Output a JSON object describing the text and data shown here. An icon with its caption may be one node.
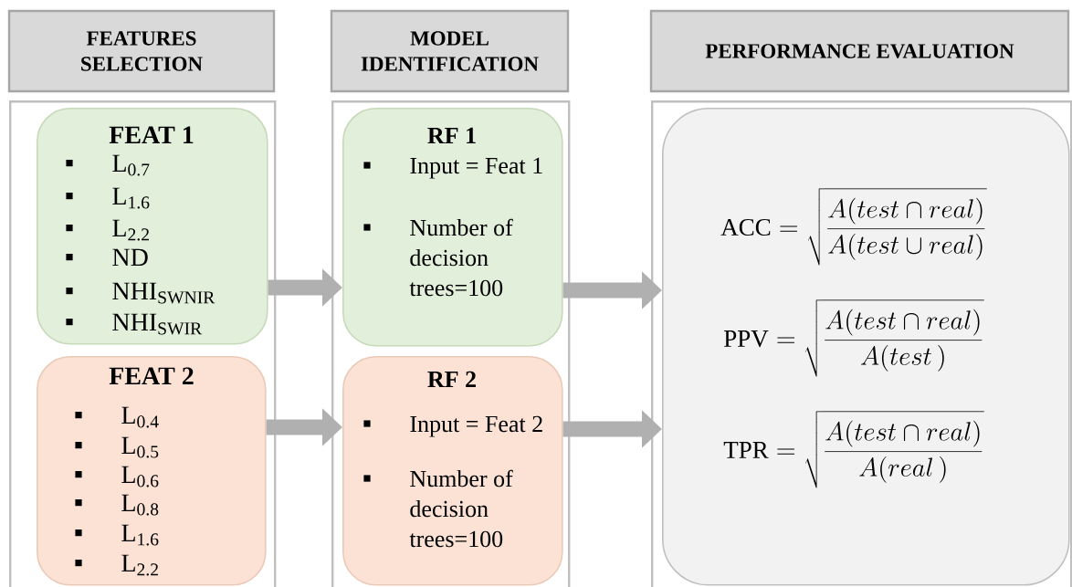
{
  "diagram": {
    "nodes": [
      {
        "text": [
          "FEATURES SELECTION"
        ]
      },
      {
        "text": [
          "MODEL IDENTIFICATION"
        ]
      },
      {
        "text": [
          "PERFORMANCE EVALUATION"
        ]
      },
      {
        "text": [],
        "shape": "box"
      },
      {
        "text": [
          "FEAT 1",
          "L$_{0.7}$",
          "L$_{1.6}$",
          "L$_{2.2}$",
          "ND",
          "NHI$_{SWNIR}$",
          "NHI$_{SWIR}$"
        ],
        "in": 3
      },
      {
        "text": [
          "FEAT 2",
          "L$_{0.4}$",
          "L$_{0.5}$",
          "L$_{0.6}$",
          "L$_{0.8}$",
          "L$_{1.6}$",
          "L$_{2.2}$"
        ],
        "in": 3
      },
      {
        "text": [],
        "shape": "box"
      },
      {
        "text": [
          "RF 1",
          "Input = Feat 1",
          "Number of decision trees=100"
        ],
        "in": 6
      },
      {
        "text": [
          "RF 2",
          "Input = Feat 2",
          "Number of decision trees=100"
        ],
        "in": 6
      },
      {
        "text": [],
        "shape": "box"
      },
      {
        "text": [
          "\\mathrm{ACC} = \\sqrt{\\frac{A(test\\cap real)}{A(test\\cup real)}}",
          "\\mathrm{PPV} = \\sqrt{\\frac{A(test\\cap real)}{A(test\\,)}}",
          "\\mathrm{TPR} = \\sqrt{\\frac{A(test\\cap real)}{A(real\\,)}}"
        ],
        "in": 9
      }
    ],
    "edges": [
      {
        "from": 4,
        "to": 7,
        "arrow": "to"
      },
      {
        "from": 5,
        "to": 8,
        "arrow": "to"
      },
      {
        "from": 7,
        "to": 10,
        "arrow": "to"
      },
      {
        "from": 8,
        "to": 10,
        "arrow": "to"
      }
    ]
  }
}
